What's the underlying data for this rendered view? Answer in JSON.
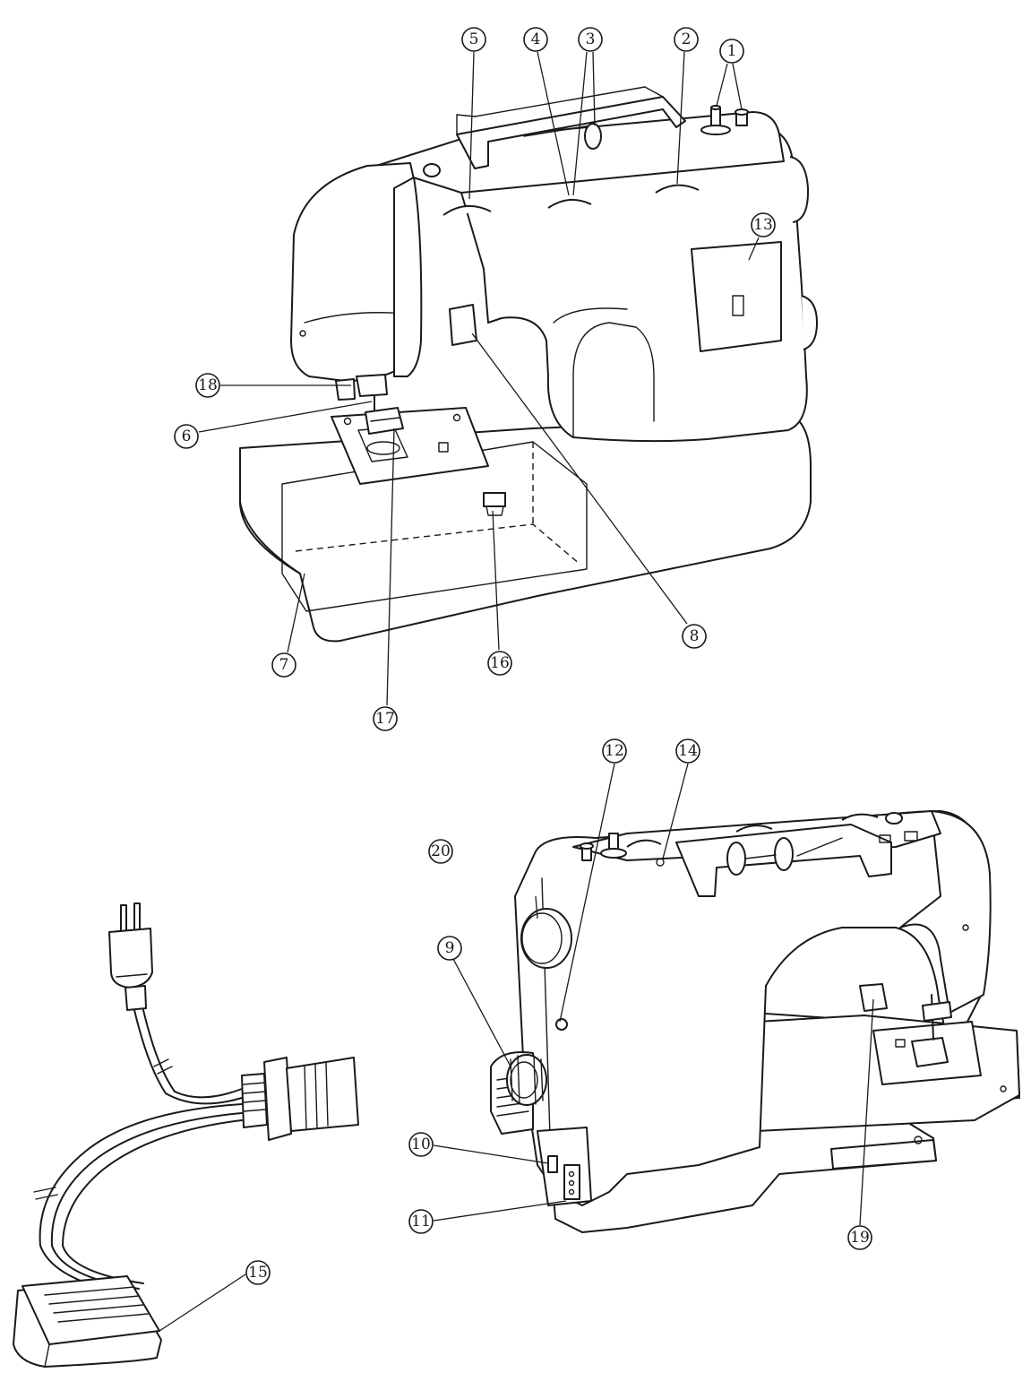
{
  "diagram": {
    "callouts": [
      {
        "id": "c1",
        "label": "1"
      },
      {
        "id": "c2",
        "label": "2"
      },
      {
        "id": "c3",
        "label": "3"
      },
      {
        "id": "c4",
        "label": "4"
      },
      {
        "id": "c5",
        "label": "5"
      },
      {
        "id": "c6",
        "label": "6"
      },
      {
        "id": "c7",
        "label": "7"
      },
      {
        "id": "c8",
        "label": "8"
      },
      {
        "id": "c9",
        "label": "9"
      },
      {
        "id": "c10",
        "label": "10"
      },
      {
        "id": "c11",
        "label": "11"
      },
      {
        "id": "c12",
        "label": "12"
      },
      {
        "id": "c13",
        "label": "13"
      },
      {
        "id": "c14",
        "label": "14"
      },
      {
        "id": "c15",
        "label": "15"
      },
      {
        "id": "c16",
        "label": "16"
      },
      {
        "id": "c17",
        "label": "17"
      },
      {
        "id": "c18",
        "label": "18"
      },
      {
        "id": "c19",
        "label": "19"
      },
      {
        "id": "c20",
        "label": "20"
      }
    ]
  }
}
